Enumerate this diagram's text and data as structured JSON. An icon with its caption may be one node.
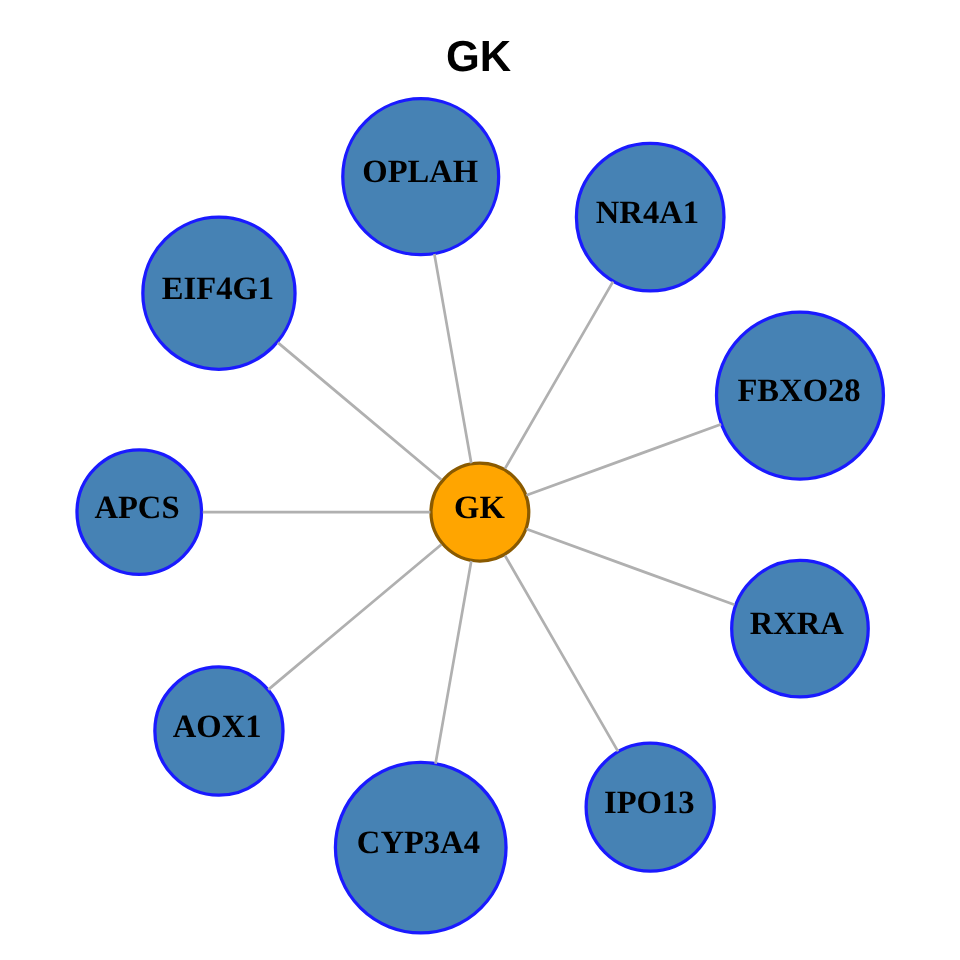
{
  "diagram": {
    "title": "GK",
    "nodes": [
      {
        "text": [
          "GK"
        ]
      },
      {
        "text": [
          "FBXO28"
        ]
      },
      {
        "text": [
          "NR4A1"
        ]
      },
      {
        "text": [
          "OPLAH"
        ]
      },
      {
        "text": [
          "EIF4G1"
        ]
      },
      {
        "text": [
          "APCS"
        ]
      },
      {
        "text": [
          "AOX1"
        ]
      },
      {
        "text": [
          "CYP3A4"
        ]
      },
      {
        "text": [
          "IPO13"
        ]
      },
      {
        "text": [
          "RXRA"
        ]
      }
    ],
    "edges": [
      {
        "from": 0,
        "to": 1,
        "arrow": "none"
      },
      {
        "from": 0,
        "to": 2,
        "arrow": "none"
      },
      {
        "from": 0,
        "to": 3,
        "arrow": "none"
      },
      {
        "from": 0,
        "to": 4,
        "arrow": "none"
      },
      {
        "from": 0,
        "to": 5,
        "arrow": "none"
      },
      {
        "from": 0,
        "to": 6,
        "arrow": "none"
      },
      {
        "from": 0,
        "to": 7,
        "arrow": "none"
      },
      {
        "from": 0,
        "to": 8,
        "arrow": "none"
      },
      {
        "from": 0,
        "to": 9,
        "arrow": "none"
      }
    ]
  }
}
